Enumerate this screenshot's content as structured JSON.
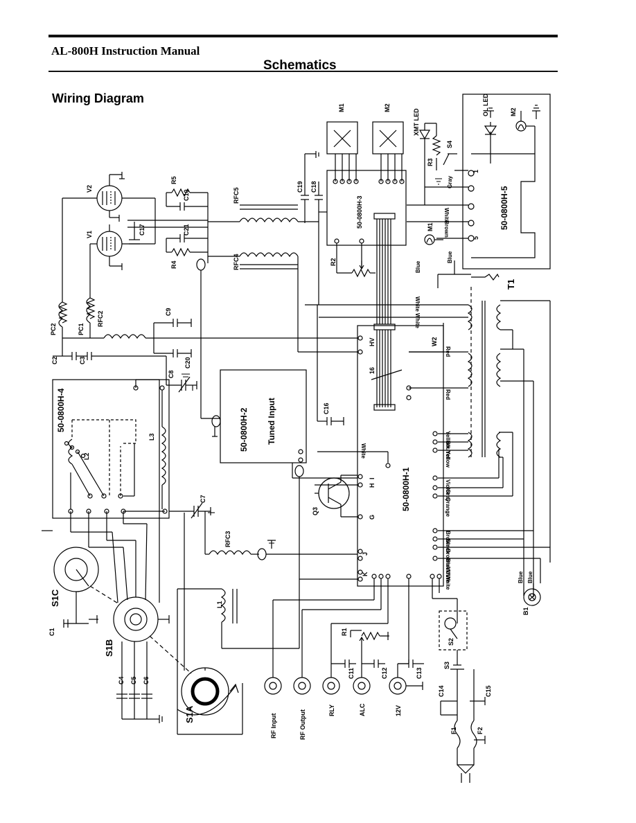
{
  "header": {
    "manual_title": "AL-800H Instruction Manual",
    "section_title": "Schematics",
    "subsection_title": "Wiring Diagram"
  },
  "modules": {
    "board_1": "50-0800H-1",
    "board_2": "50-0800H-2",
    "board_2_name": "Tuned Input",
    "board_3": "50-0800H-3",
    "board_4": "50-0800H-4",
    "board_5": "50-0800H-5"
  },
  "components": {
    "tubes": [
      "V1",
      "V2"
    ],
    "capacitors": [
      "C1",
      "C2",
      "C3",
      "C4",
      "C5",
      "C6",
      "C7",
      "C8",
      "C9",
      "C10",
      "C11",
      "C12",
      "C13",
      "C14",
      "C15",
      "C16",
      "C17",
      "C18",
      "C19",
      "C20",
      "C21"
    ],
    "resistors": [
      "R1",
      "R2",
      "R3",
      "R4",
      "R5"
    ],
    "chokes": [
      "RFC2",
      "RFC3",
      "RFC4",
      "RFC5"
    ],
    "parasitic_chokes": [
      "PC1",
      "PC2"
    ],
    "inductors": [
      "L1",
      "L2",
      "L3"
    ],
    "switches": [
      "S1A",
      "S1B",
      "S1C",
      "S2",
      "S3",
      "S4"
    ],
    "meters": [
      "M1",
      "M2"
    ],
    "fuses": [
      "F1",
      "F2"
    ],
    "transformer": "T1",
    "blower": "B1",
    "transistor": "Q3",
    "wire": "W2",
    "ribbon_count": "16"
  },
  "indicators": {
    "xmt_led": "XMT LED",
    "ol_led": "OL LED"
  },
  "connectors": [
    "RF Input",
    "RF Output",
    "RLY",
    "ALC",
    "12V"
  ],
  "board_pins": {
    "hv": "HV",
    "i": "I",
    "h": "H",
    "g": "G",
    "j": "J",
    "k": "K",
    "terminal_1": "1",
    "terminal_5": "5"
  },
  "wire_colors": {
    "gray": "Gray",
    "white": "White",
    "brown": "Brown",
    "blue": "Blue",
    "red": "Red",
    "yellow": "Yellow",
    "blk_yel": "Blk/Yel",
    "violet": "Violet",
    "orange": "Orange",
    "black": "Black",
    "brown_white": "Brown/White",
    "black_white": "Black/White"
  }
}
